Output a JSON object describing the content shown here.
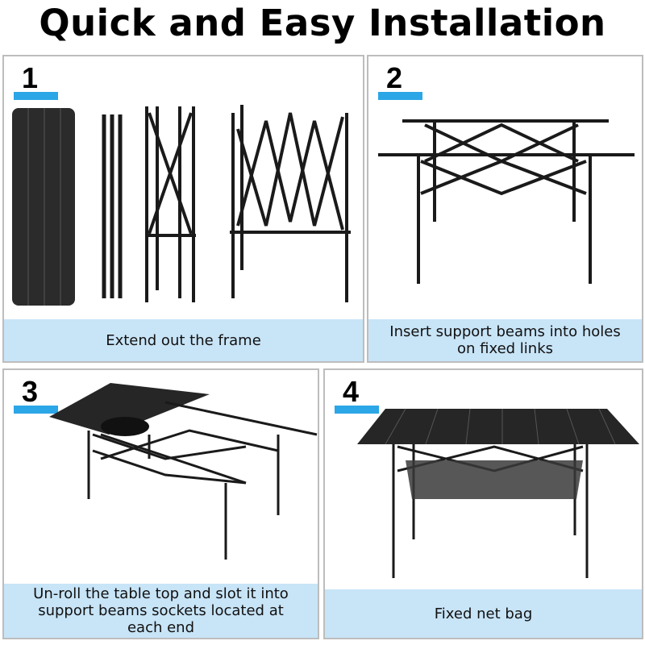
{
  "title": "Quick and Easy Installation",
  "steps": [
    {
      "number": "1",
      "caption": "Extend out the frame"
    },
    {
      "number": "2",
      "caption": "Insert support beams into holes on fixed links"
    },
    {
      "number": "3",
      "caption": "Un-roll the table top and slot it into support beams sockets located at each end"
    },
    {
      "number": "4",
      "caption": "Fixed net bag"
    }
  ],
  "colors": {
    "accent": "#2ba6e6",
    "caption_bg": "#c8e4f7",
    "border": "#bdbdbd"
  }
}
